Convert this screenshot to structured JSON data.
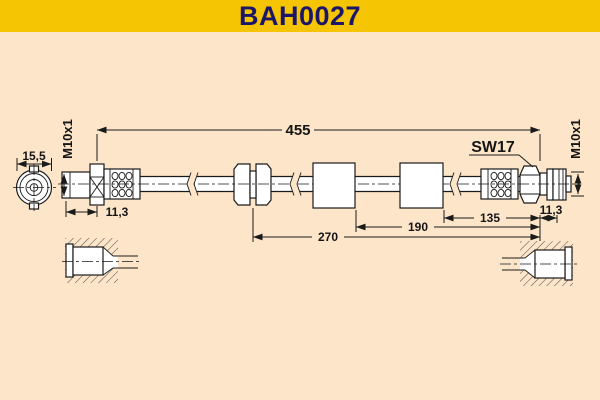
{
  "header": {
    "title": "BAH0027",
    "bg_color": "#F5C402",
    "text_color": "#1B1668"
  },
  "drawing": {
    "bg_color": "#FCE5C9",
    "line_color": "#1A1A1A",
    "description": "brake hose technical drawing, side view with end view and two bracket section views",
    "dims": {
      "overall": "455",
      "grommet_to_end": "270",
      "sleeve1_to_end": "190",
      "sleeve2_to_end": "135",
      "end_view_width": "15,5",
      "left_offset": "11,3",
      "right_offset": "11,3"
    },
    "labels": {
      "left_thread": "M10x1",
      "right_thread": "M10x1",
      "hex_size": "SW17"
    }
  }
}
